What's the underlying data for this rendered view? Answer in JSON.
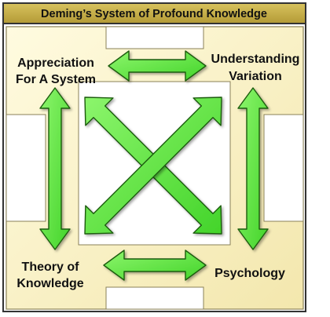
{
  "title": "Deming’s System of Profound Knowledge",
  "nodes": {
    "appreciation": {
      "line1": "Appreciation",
      "line2": "For A System"
    },
    "variation": {
      "line1": "Understanding",
      "line2": "Variation"
    },
    "knowledge": {
      "line1": "Theory of",
      "line2": "Knowledge"
    },
    "psychology": {
      "line1": "Psychology"
    }
  },
  "colors": {
    "panel_fill": "#fbf3c3",
    "panel_shade": "#d9cf9a",
    "panel_border": "#3a3a3a",
    "title_fill": "#c8b24a",
    "arrow_fill": "#66ee44",
    "arrow_stroke": "#1d5c10",
    "background": "#ffffff"
  },
  "connections": [
    {
      "from": "appreciation",
      "to": "variation",
      "style": "double-arrow"
    },
    {
      "from": "appreciation",
      "to": "knowledge",
      "style": "double-arrow"
    },
    {
      "from": "variation",
      "to": "psychology",
      "style": "double-arrow"
    },
    {
      "from": "knowledge",
      "to": "psychology",
      "style": "double-arrow"
    },
    {
      "from": "appreciation",
      "to": "psychology",
      "style": "double-arrow"
    },
    {
      "from": "variation",
      "to": "knowledge",
      "style": "double-arrow"
    }
  ]
}
